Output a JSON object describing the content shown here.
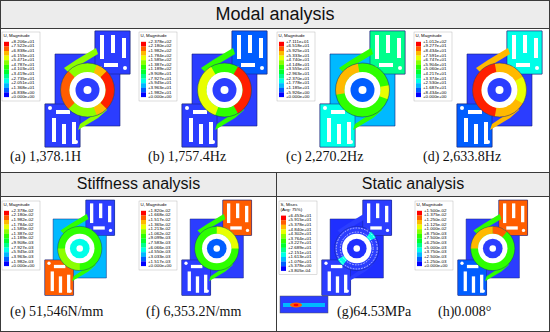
{
  "diagram": {
    "nodes": [
      {
        "text": [
          "Modal analysis"
        ]
      },
      {
        "text": [
          "Stiffness analysis"
        ]
      },
      {
        "text": [
          "Static analysis"
        ]
      }
    ],
    "labels": [
      "U, Magnitude",
      "+8.206e+01",
      "+7.522e+01",
      "+6.838e+01",
      "+6.155e+01",
      "+5.471e+01",
      "+4.787e+01",
      "+4.103e+01",
      "+3.419e+01",
      "+2.735e+01",
      "+2.051e+01",
      "+1.368e+01",
      "+6.838e+00",
      "+0.000e+00",
      "(a) 1,378.1H",
      "U, Magnitude",
      "+2.378e+02",
      "+2.180e+02",
      "+1.982e+02",
      "+1.784e+02",
      "+1.585e+02",
      "+1.387e+02",
      "+1.189e+02",
      "+9.908e+01",
      "+7.927e+01",
      "+5.945e+01",
      "+3.963e+01",
      "+1.982e+01",
      "+0.000e+00",
      "(b) 1,757.4Hz",
      "U, Magnitude",
      "+7.111e+01",
      "+6.518e+01",
      "+5.925e+01",
      "+5.333e+01",
      "+4.740e+01",
      "+4.148e+01",
      "+3.555e+01",
      "+2.963e+01",
      "+2.370e+01",
      "+1.778e+01",
      "+1.185e+01",
      "+5.926e+00",
      "+0.000e+00",
      "(c) 2,270.2Hz",
      "U, Magnitude",
      "+1.012e+02",
      "+9.277e+01",
      "+8.434e+01",
      "+7.591e+01",
      "+6.747e+01",
      "+5.904e+01",
      "+5.060e+01",
      "+4.217e+01",
      "+3.374e+01",
      "+2.530e+01",
      "+1.687e+01",
      "+8.434e+00",
      "+0.000e+00",
      "(d) 2,633.8Hz",
      "U, Magnitude",
      "+2.378e-02",
      "+2.180e-02",
      "+1.982e-02",
      "+1.784e-02",
      "+1.585e-02",
      "+1.387e-02",
      "+1.189e-02",
      "+9.908e-03",
      "+7.927e-03",
      "+5.945e-03",
      "+3.963e-03",
      "+1.982e-03",
      "+0.000e+00",
      "(e) 51,546N/mm",
      "U, Magnitude",
      "+1.820e-02",
      "+1.668e-02",
      "+1.517e-02",
      "+1.365e-02",
      "+1.213e-02",
      "+1.062e-02",
      "+9.099e-03",
      "+7.583e-03",
      "+6.066e-03",
      "+4.550e-03",
      "+3.033e-03",
      "+1.517e-03",
      "+0.000e+00",
      "(f) 6,353.2N/mm",
      "S, Mises",
      "(Avg: 75%)",
      "+6.453e+01",
      "+5.915e+01",
      "+5.378e+01",
      "+4.840e+01",
      "+4.302e+01",
      "+3.764e+01",
      "+3.227e+01",
      "+2.689e+01",
      "+2.151e+01",
      "+1.613e+01",
      "+1.076e+01",
      "+5.378e+00",
      "+3.805e-04",
      "(g)64.53MPa",
      "U, Magnitude",
      "+1.500e-02",
      "+1.375e-02",
      "+1.250e-02",
      "+1.125e-02",
      "+1.000e-02",
      "+8.750e-03",
      "+7.500e-03",
      "+6.250e-03",
      "+5.000e-03",
      "+3.750e-03",
      "+2.500e-03",
      "+1.250e-03",
      "+0.000e+00",
      "(h)0.008°"
    ]
  }
}
